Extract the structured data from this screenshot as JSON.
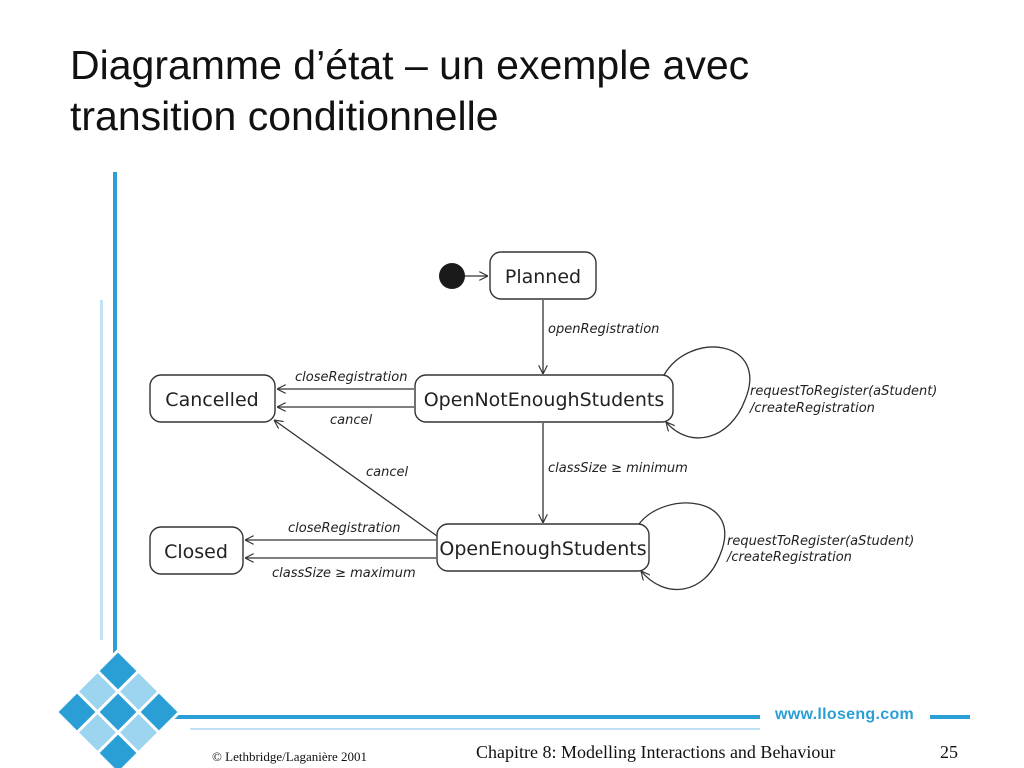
{
  "slide": {
    "title_line1": "Diagramme d’état – un exemple avec",
    "title_line2": "transition conditionnelle",
    "footer": {
      "copyright": "© Lethbridge/Laganière 2001",
      "chapter": "Chapitre 8: Modelling Interactions and Behaviour",
      "page": "25",
      "website": "www.lloseng.com"
    },
    "accent_color": "#2a9fd6"
  },
  "diagram": {
    "states": {
      "planned": "Planned",
      "cancelled": "Cancelled",
      "open_not_enough": "OpenNotEnoughStudents",
      "closed": "Closed",
      "open_enough": "OpenEnoughStudents"
    },
    "transitions": {
      "open_registration": "openRegistration",
      "close_registration_1": "closeRegistration",
      "cancel_1": "cancel",
      "cancel_2": "cancel",
      "class_size_min": "classSize ≥ minimum",
      "close_registration_2": "closeRegistration",
      "class_size_max": "classSize ≥ maximum",
      "self_loop_1_line1": "requestToRegister(aStudent)",
      "self_loop_1_line2": "/createRegistration",
      "self_loop_2_line1": "requestToRegister(aStudent)",
      "self_loop_2_line2": "/createRegistration"
    }
  }
}
